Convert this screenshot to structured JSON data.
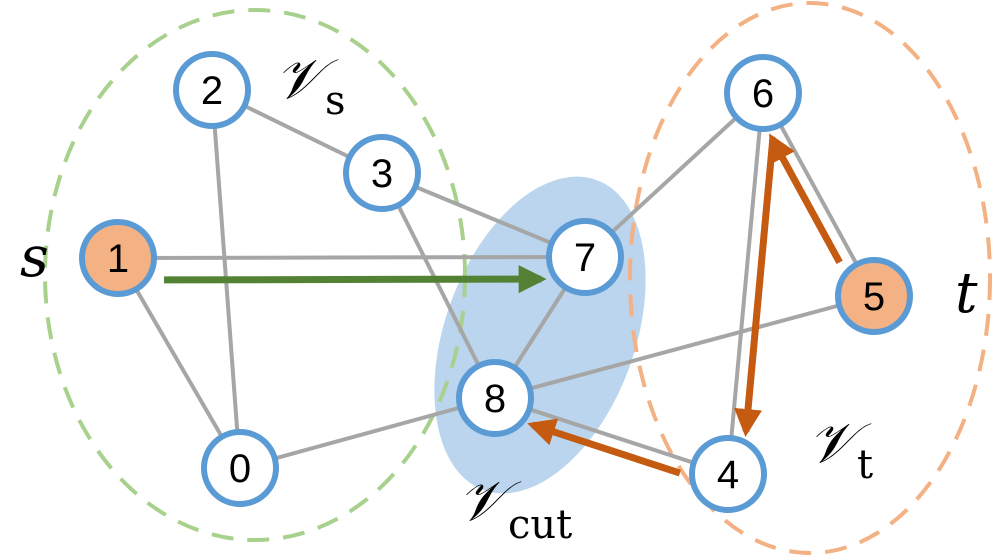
{
  "colors": {
    "edge": "#a6a6a6",
    "node_border": "#5b9bd5",
    "node_fill": "#ffffff",
    "terminal_fill": "#f4b183",
    "vs_region": "#a9d18e",
    "vt_region": "#f4b183",
    "cut_region": "#9dc3e6",
    "green_arrow": "#548235",
    "orange_arrow": "#c55a11"
  },
  "nodes": [
    {
      "id": "0",
      "label": "0",
      "terminal": false
    },
    {
      "id": "1",
      "label": "1",
      "terminal": true
    },
    {
      "id": "2",
      "label": "2",
      "terminal": false
    },
    {
      "id": "3",
      "label": "3",
      "terminal": false
    },
    {
      "id": "4",
      "label": "4",
      "terminal": false
    },
    {
      "id": "5",
      "label": "5",
      "terminal": true
    },
    {
      "id": "6",
      "label": "6",
      "terminal": false
    },
    {
      "id": "7",
      "label": "7",
      "terminal": false
    },
    {
      "id": "8",
      "label": "8",
      "terminal": false
    }
  ],
  "edges": [
    [
      "1",
      "7"
    ],
    [
      "1",
      "0"
    ],
    [
      "2",
      "0"
    ],
    [
      "2",
      "3"
    ],
    [
      "3",
      "7"
    ],
    [
      "3",
      "8"
    ],
    [
      "0",
      "8"
    ],
    [
      "8",
      "7"
    ],
    [
      "8",
      "5"
    ],
    [
      "8",
      "4"
    ],
    [
      "7",
      "6"
    ],
    [
      "6",
      "4"
    ],
    [
      "6",
      "5"
    ]
  ],
  "paths": [
    {
      "from": "1",
      "to": "7",
      "color": "green_arrow"
    },
    {
      "from": "6",
      "to": "4",
      "color": "orange_arrow"
    },
    {
      "from": "5",
      "to": "6",
      "color": "orange_arrow"
    },
    {
      "from": "4",
      "to": "8",
      "color": "orange_arrow"
    }
  ],
  "labels": {
    "s": "s",
    "t": "t",
    "vs_main": "𝒱",
    "vs_sub": "s",
    "vt_main": "𝒱",
    "vt_sub": "t",
    "vcut_main": "𝒱",
    "vcut_sub": "cut"
  }
}
